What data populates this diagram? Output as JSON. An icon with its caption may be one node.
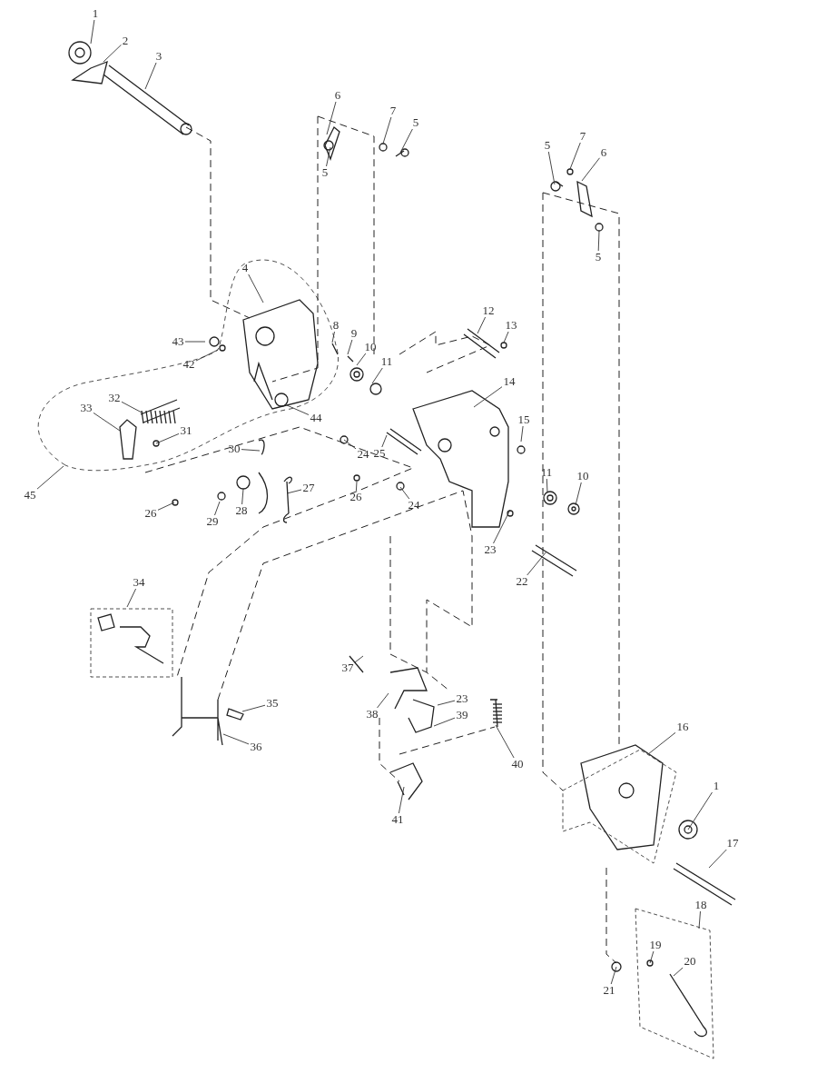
{
  "diagram": {
    "nodes": [
      {
        "text": [
          "1"
        ]
      },
      {
        "text": [
          "2"
        ]
      },
      {
        "text": [
          "3"
        ]
      },
      {
        "text": [
          "6"
        ]
      },
      {
        "text": [
          "7"
        ]
      },
      {
        "text": [
          "5"
        ]
      },
      {
        "text": [
          "5"
        ]
      },
      {
        "text": [
          "4"
        ]
      },
      {
        "text": [
          "43"
        ]
      },
      {
        "text": [
          "42"
        ]
      },
      {
        "text": [
          "8"
        ]
      },
      {
        "text": [
          "9"
        ]
      },
      {
        "text": [
          "10"
        ]
      },
      {
        "text": [
          "11"
        ]
      },
      {
        "text": [
          "44"
        ]
      },
      {
        "text": [
          "32"
        ]
      },
      {
        "text": [
          "33"
        ]
      },
      {
        "text": [
          "31"
        ]
      },
      {
        "text": [
          "45"
        ]
      },
      {
        "text": [
          "30"
        ]
      },
      {
        "text": [
          "26"
        ]
      },
      {
        "text": [
          "29"
        ]
      },
      {
        "text": [
          "28"
        ]
      },
      {
        "text": [
          "27"
        ]
      },
      {
        "text": [
          "26"
        ]
      },
      {
        "text": [
          "24"
        ]
      },
      {
        "text": [
          "25"
        ]
      },
      {
        "text": [
          "24"
        ]
      },
      {
        "text": [
          "12"
        ]
      },
      {
        "text": [
          "13"
        ]
      },
      {
        "text": [
          "14"
        ]
      },
      {
        "text": [
          "15"
        ]
      },
      {
        "text": [
          "11"
        ]
      },
      {
        "text": [
          "10"
        ]
      },
      {
        "text": [
          "23"
        ]
      },
      {
        "text": [
          "22"
        ]
      },
      {
        "text": [
          "5"
        ]
      },
      {
        "text": [
          "7"
        ]
      },
      {
        "text": [
          "6"
        ]
      },
      {
        "text": [
          "5"
        ]
      },
      {
        "text": [
          "34"
        ]
      },
      {
        "text": [
          "35"
        ]
      },
      {
        "text": [
          "36"
        ]
      },
      {
        "text": [
          "37"
        ]
      },
      {
        "text": [
          "38"
        ]
      },
      {
        "text": [
          "23"
        ]
      },
      {
        "text": [
          "39"
        ]
      },
      {
        "text": [
          "40"
        ]
      },
      {
        "text": [
          "41"
        ]
      },
      {
        "text": [
          "16"
        ]
      },
      {
        "text": [
          "1"
        ]
      },
      {
        "text": [
          "17"
        ]
      },
      {
        "text": [
          "18"
        ]
      },
      {
        "text": [
          "19"
        ]
      },
      {
        "text": [
          "20"
        ]
      },
      {
        "text": [
          "21"
        ]
      }
    ],
    "edges": [
      {
        "from": 0,
        "to": null,
        "arrow": "none"
      },
      {
        "from": 1,
        "to": null,
        "arrow": "none"
      },
      {
        "from": 2,
        "to": null,
        "arrow": "none"
      },
      {
        "from": 3,
        "to": null,
        "arrow": "none"
      },
      {
        "from": 4,
        "to": null,
        "arrow": "none"
      },
      {
        "from": 5,
        "to": null,
        "arrow": "none"
      },
      {
        "from": 6,
        "to": null,
        "arrow": "none"
      },
      {
        "from": 7,
        "to": null,
        "arrow": "none"
      },
      {
        "from": 8,
        "to": null,
        "arrow": "none"
      },
      {
        "from": 9,
        "to": null,
        "arrow": "none"
      },
      {
        "from": 10,
        "to": null,
        "arrow": "none"
      },
      {
        "from": 11,
        "to": null,
        "arrow": "none"
      },
      {
        "from": 12,
        "to": null,
        "arrow": "none"
      },
      {
        "from": 13,
        "to": null,
        "arrow": "none"
      },
      {
        "from": 14,
        "to": null,
        "arrow": "none"
      },
      {
        "from": 15,
        "to": null,
        "arrow": "none"
      },
      {
        "from": 16,
        "to": null,
        "arrow": "none"
      },
      {
        "from": 17,
        "to": null,
        "arrow": "none"
      },
      {
        "from": 18,
        "to": null,
        "arrow": "none"
      },
      {
        "from": 19,
        "to": null,
        "arrow": "none"
      },
      {
        "from": 20,
        "to": null,
        "arrow": "none"
      },
      {
        "from": 21,
        "to": null,
        "arrow": "none"
      },
      {
        "from": 22,
        "to": null,
        "arrow": "none"
      },
      {
        "from": 23,
        "to": null,
        "arrow": "none"
      },
      {
        "from": 24,
        "to": null,
        "arrow": "none"
      },
      {
        "from": 25,
        "to": null,
        "arrow": "none"
      },
      {
        "from": 26,
        "to": null,
        "arrow": "none"
      },
      {
        "from": 27,
        "to": null,
        "arrow": "none"
      },
      {
        "from": 28,
        "to": null,
        "arrow": "none"
      },
      {
        "from": 29,
        "to": null,
        "arrow": "none"
      },
      {
        "from": 30,
        "to": null,
        "arrow": "none"
      },
      {
        "from": 31,
        "to": null,
        "arrow": "none"
      },
      {
        "from": 32,
        "to": null,
        "arrow": "none"
      },
      {
        "from": 33,
        "to": null,
        "arrow": "none"
      },
      {
        "from": 34,
        "to": null,
        "arrow": "none"
      },
      {
        "from": 35,
        "to": null,
        "arrow": "none"
      },
      {
        "from": 36,
        "to": null,
        "arrow": "none"
      },
      {
        "from": 37,
        "to": null,
        "arrow": "none"
      },
      {
        "from": 38,
        "to": null,
        "arrow": "none"
      },
      {
        "from": 39,
        "to": null,
        "arrow": "none"
      },
      {
        "from": 40,
        "to": null,
        "arrow": "none"
      },
      {
        "from": 41,
        "to": null,
        "arrow": "none"
      },
      {
        "from": 42,
        "to": null,
        "arrow": "none"
      },
      {
        "from": 43,
        "to": null,
        "arrow": "none"
      },
      {
        "from": 44,
        "to": null,
        "arrow": "none"
      },
      {
        "from": 45,
        "to": null,
        "arrow": "none"
      },
      {
        "from": 46,
        "to": null,
        "arrow": "none"
      },
      {
        "from": 47,
        "to": null,
        "arrow": "none"
      },
      {
        "from": 48,
        "to": null,
        "arrow": "none"
      },
      {
        "from": 49,
        "to": null,
        "arrow": "none"
      },
      {
        "from": 50,
        "to": null,
        "arrow": "none"
      },
      {
        "from": 51,
        "to": null,
        "arrow": "none"
      },
      {
        "from": 52,
        "to": null,
        "arrow": "none"
      },
      {
        "from": 53,
        "to": null,
        "arrow": "none"
      },
      {
        "from": 54,
        "to": null,
        "arrow": "none"
      },
      {
        "from": 55,
        "to": null,
        "arrow": "none"
      }
    ]
  }
}
